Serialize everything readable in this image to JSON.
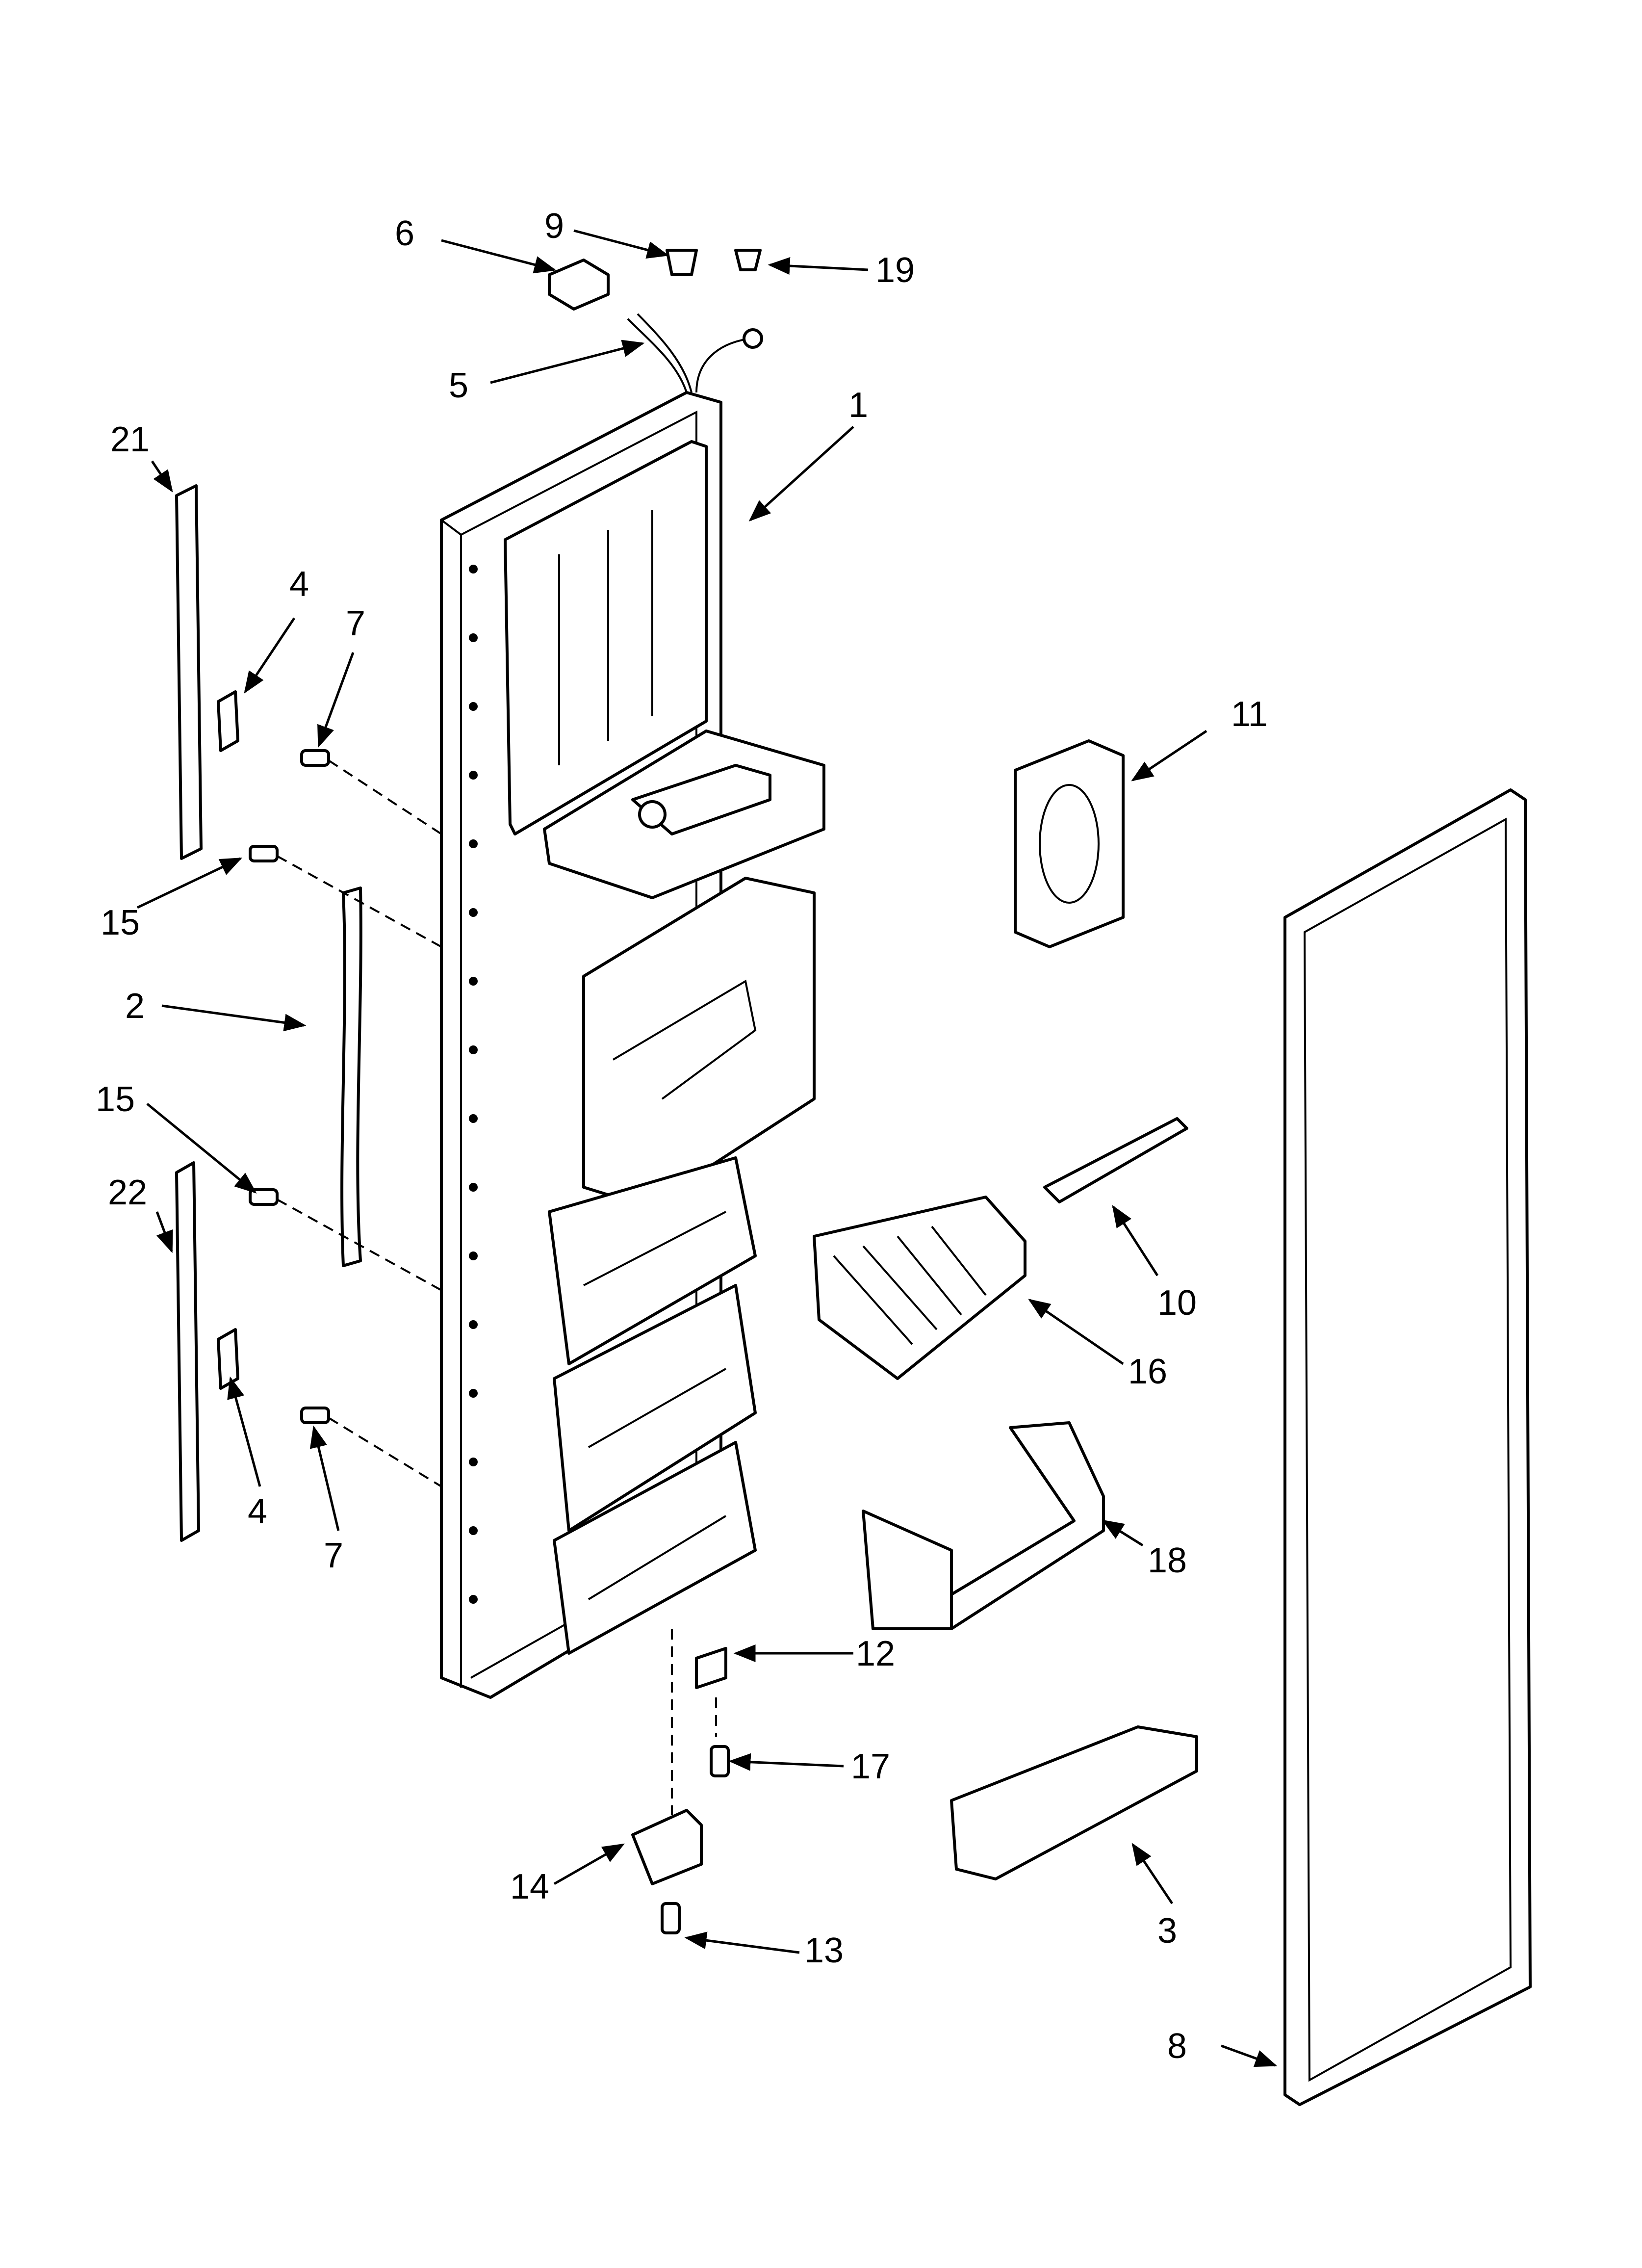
{
  "diagram": {
    "callouts": [
      {
        "id": "c1",
        "label": "1"
      },
      {
        "id": "c2",
        "label": "2"
      },
      {
        "id": "c3",
        "label": "3"
      },
      {
        "id": "c4a",
        "label": "4"
      },
      {
        "id": "c4b",
        "label": "4"
      },
      {
        "id": "c5",
        "label": "5"
      },
      {
        "id": "c6",
        "label": "6"
      },
      {
        "id": "c7a",
        "label": "7"
      },
      {
        "id": "c7b",
        "label": "7"
      },
      {
        "id": "c8",
        "label": "8"
      },
      {
        "id": "c9",
        "label": "9"
      },
      {
        "id": "c10",
        "label": "10"
      },
      {
        "id": "c11",
        "label": "11"
      },
      {
        "id": "c12",
        "label": "12"
      },
      {
        "id": "c13",
        "label": "13"
      },
      {
        "id": "c14",
        "label": "14"
      },
      {
        "id": "c15a",
        "label": "15"
      },
      {
        "id": "c15b",
        "label": "15"
      },
      {
        "id": "c16",
        "label": "16"
      },
      {
        "id": "c17",
        "label": "17"
      },
      {
        "id": "c18",
        "label": "18"
      },
      {
        "id": "c19",
        "label": "19"
      },
      {
        "id": "c21",
        "label": "21"
      },
      {
        "id": "c22",
        "label": "22"
      }
    ]
  }
}
